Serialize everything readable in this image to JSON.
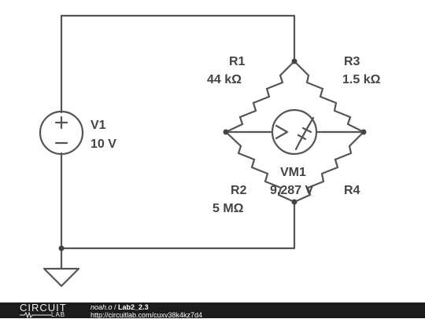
{
  "circuit": {
    "components": {
      "v1": {
        "name": "V1",
        "value": "10 V"
      },
      "r1": {
        "name": "R1",
        "value": "44 kΩ"
      },
      "r2": {
        "name": "R2",
        "value": "5 MΩ"
      },
      "r3": {
        "name": "R3",
        "value": "1.5 kΩ"
      },
      "r4": {
        "name": "R4"
      },
      "vm1": {
        "name": "VM1",
        "value": "9.287 V"
      }
    },
    "colors": {
      "wire": "#555555",
      "label": "#444444",
      "footer_bg": "#1c1c1c"
    }
  },
  "footer": {
    "logo_top": "CIRCUIT",
    "logo_bottom": "LAB",
    "author": "noah.o",
    "separator": " / ",
    "title": "Lab2_2.3",
    "url": "http://circuitlab.com/cuxv38k4kz7d4"
  }
}
